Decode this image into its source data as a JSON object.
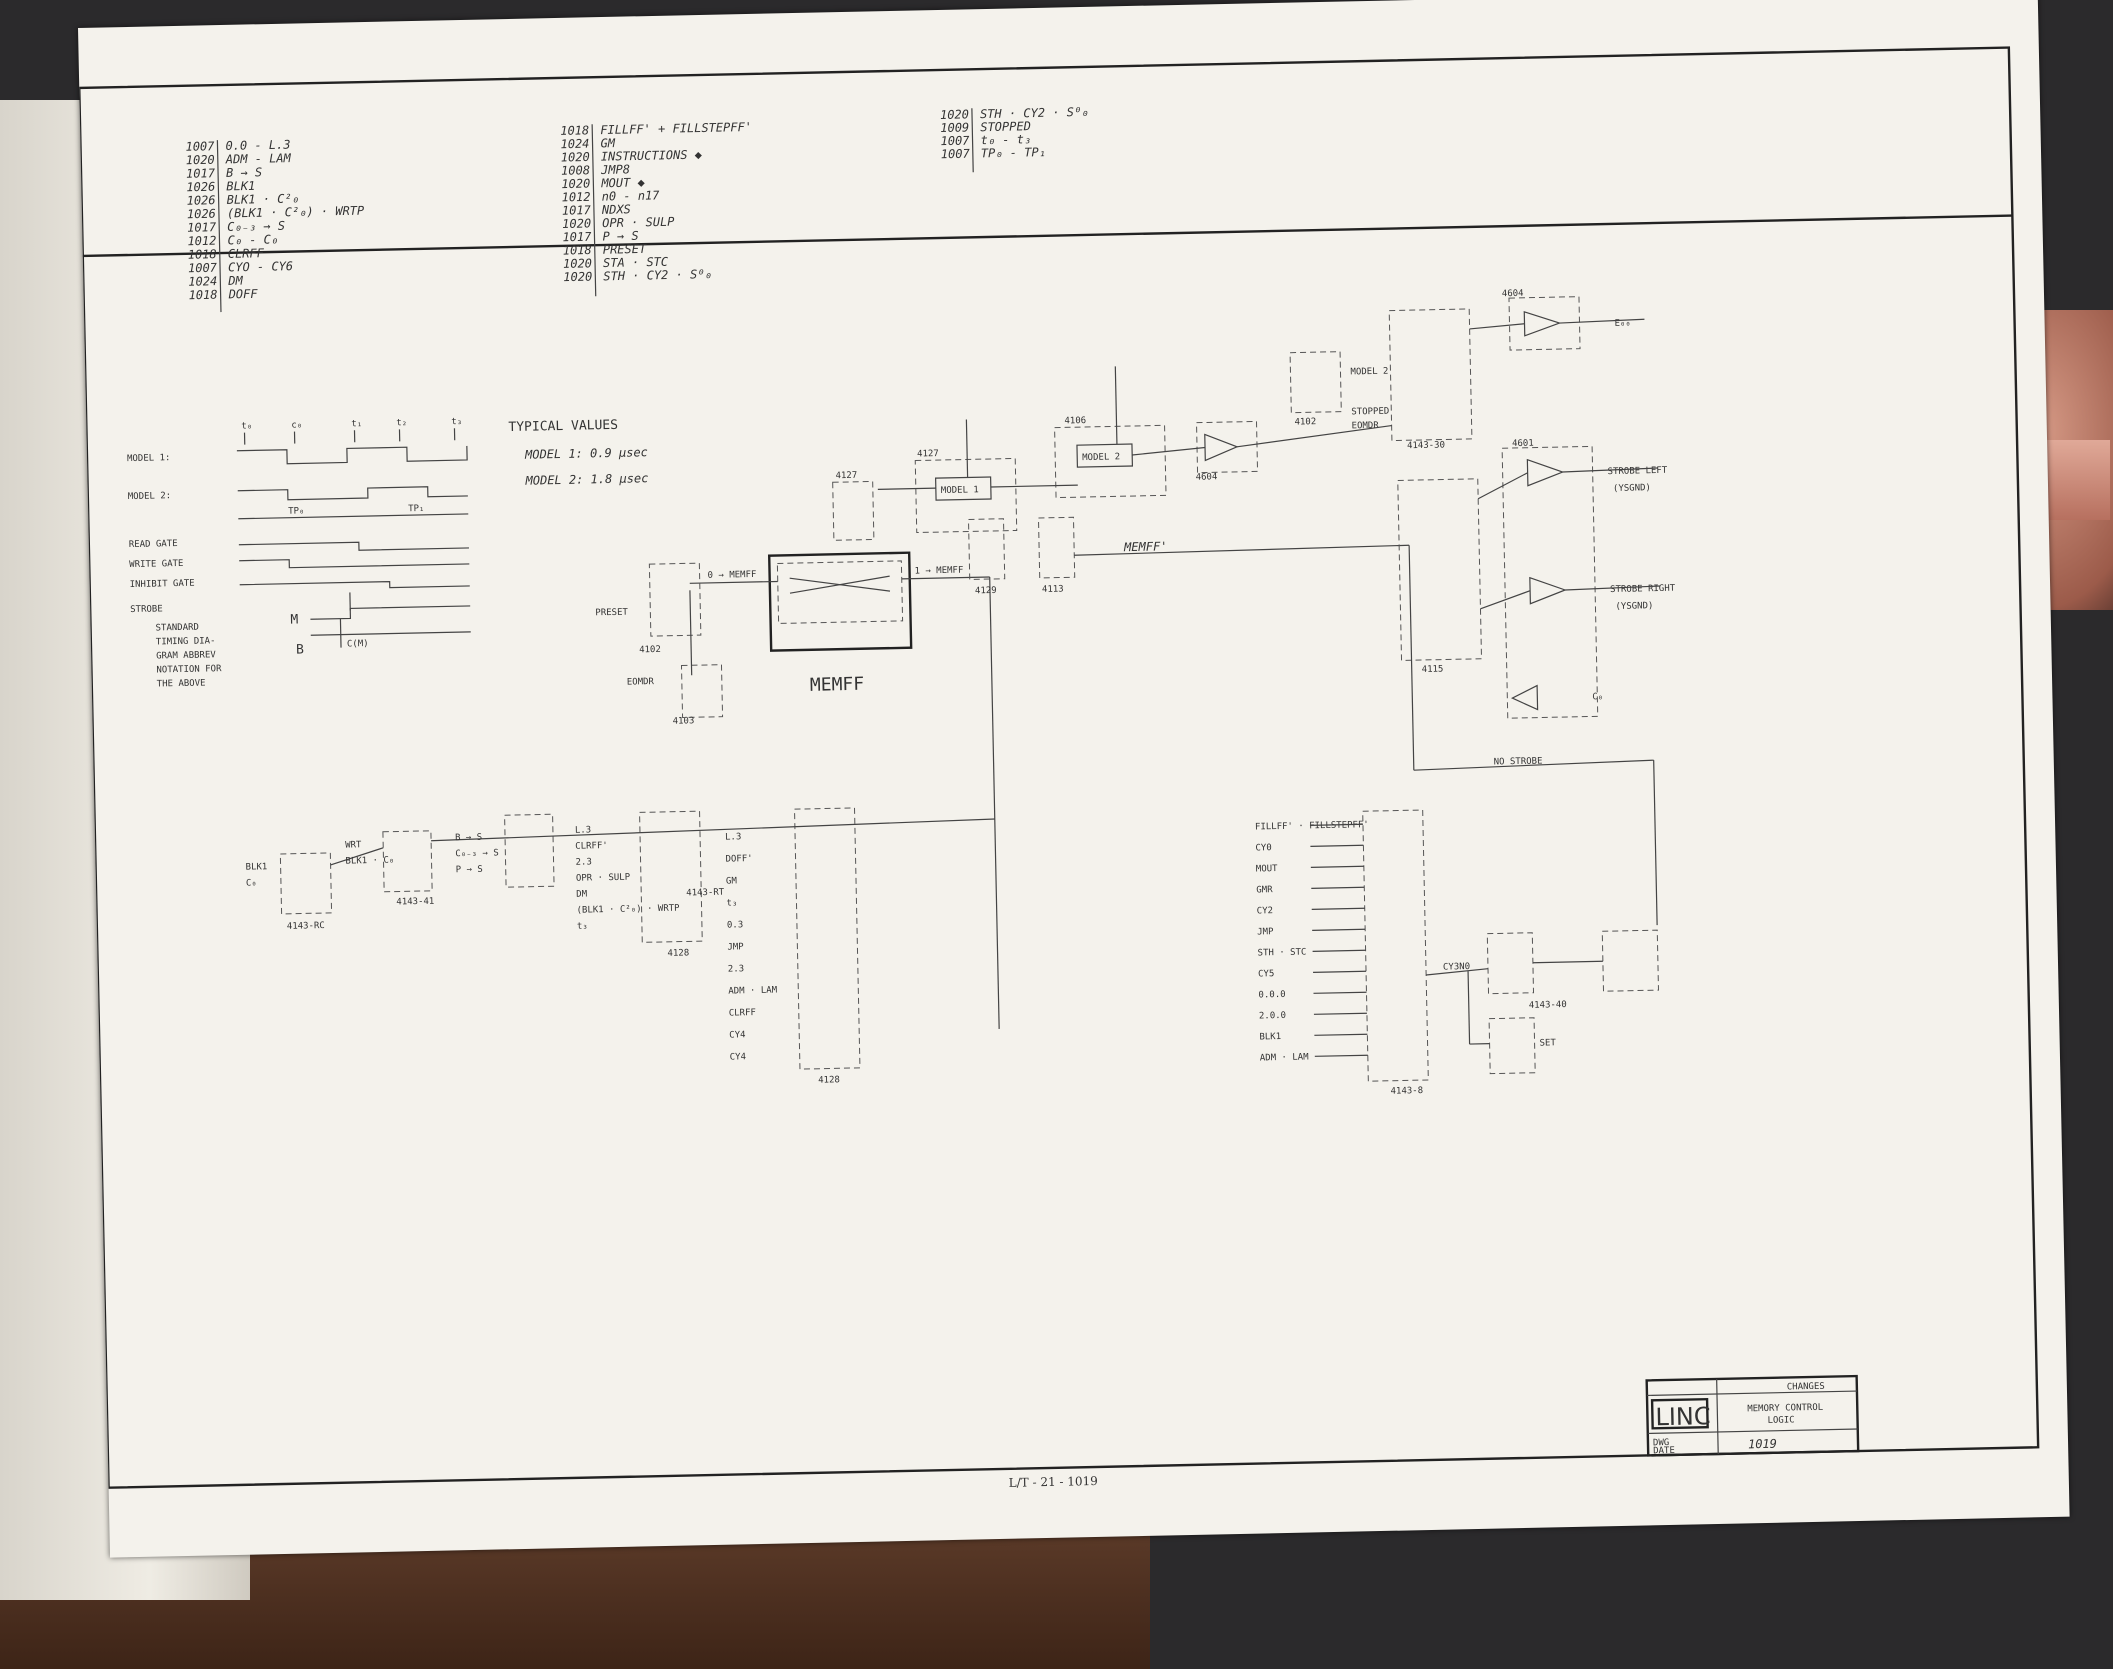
{
  "title_block": {
    "logo": "LINC",
    "title_line1": "MEMORY CONTROL",
    "title_line2": "LOGIC",
    "changes_label": "CHANGES",
    "drawing_number": "1019",
    "dwg_label": "DWG",
    "date_label": "DATE"
  },
  "footer_label": "L/T - 21 - 1019",
  "reference_columns": [
    [
      {
        "num": "1007",
        "text": "0.0 - L.3"
      },
      {
        "num": "1020",
        "text": "ADM - LAM"
      },
      {
        "num": "1017",
        "text": "B → S"
      },
      {
        "num": "1026",
        "text": "BLK1"
      },
      {
        "num": "1026",
        "text": "BLK1 · C²₀"
      },
      {
        "num": "1026",
        "text": "(BLK1 · C²₀) · WRTP"
      },
      {
        "num": "1017",
        "text": "C₀₋₃ → S"
      },
      {
        "num": "1012",
        "text": "C₀ - C₀"
      },
      {
        "num": "1018",
        "text": "CLRFF"
      },
      {
        "num": "1007",
        "text": "CYO - CY6"
      },
      {
        "num": "1024",
        "text": "DM"
      },
      {
        "num": "1018",
        "text": "DOFF"
      }
    ],
    [
      {
        "num": "1018",
        "text": "FILLFF' + FILLSTEPFF'"
      },
      {
        "num": "1024",
        "text": "GM"
      },
      {
        "num": "1020",
        "text": "INSTRUCTIONS ◆"
      },
      {
        "num": "1008",
        "text": "JMP8"
      },
      {
        "num": "1020",
        "text": "MOUT ◆"
      },
      {
        "num": "1012",
        "text": "n0 - n17"
      },
      {
        "num": "1017",
        "text": "NDXS"
      },
      {
        "num": "1020",
        "text": "OPR · SULP"
      },
      {
        "num": "1017",
        "text": "P → S"
      },
      {
        "num": "1018",
        "text": "PRESET"
      },
      {
        "num": "1020",
        "text": "STA · STC"
      },
      {
        "num": "1020",
        "text": "STH · CY2 · S⁰₀"
      }
    ],
    [
      {
        "num": "1020",
        "text": "STH · CY2 · S⁰₀"
      },
      {
        "num": "1009",
        "text": "STOPPED"
      },
      {
        "num": "1007",
        "text": "t₀ - t₃"
      },
      {
        "num": "1007",
        "text": "TP₀ - TP₁"
      }
    ]
  ],
  "timing": {
    "ticks": [
      "t₀",
      "c₀",
      "t₁",
      "t₂",
      "t₃"
    ],
    "typical_values": "TYPICAL VALUES",
    "model1_value": "MODEL 1:  0.9 μsec",
    "model2_value": "MODEL 2:  1.8 μsec",
    "rows": [
      "MODEL 1:",
      "MODEL 2:",
      "READ GATE",
      "WRITE GATE",
      "INHIBIT GATE",
      "STROBE"
    ],
    "tp_labels": [
      "TP₀",
      "TP₁"
    ],
    "note_lines": [
      "STANDARD",
      "TIMING DIA-",
      "GRAM ABBREV",
      "NOTATION FOR",
      "THE ABOVE"
    ],
    "note_m": "M",
    "note_b": "B",
    "note_cm": "C(M)"
  },
  "signals": {
    "memff_box": "MEMFF",
    "memff_prime": "MEMFF'",
    "zero_memff": "0 → MEMFF",
    "one_memff": "1 → MEMFF",
    "model1": "MODEL 1",
    "model2": "MODEL 2",
    "strobe_left": "STROBE LEFT",
    "strobe_right": "STROBE RIGHT",
    "ysgnd_left": "(YSGND)",
    "ysgnd_right": "(YSGND)",
    "no_strobe": "NO STROBE",
    "preset": "PRESET",
    "eomdr": "EOMDR",
    "stopped": "STOPPED",
    "set": "SET",
    "cy3n0": "CY3N0",
    "c5_out": "C₀",
    "eod": "E₀₀"
  },
  "module_labels": [
    "4604",
    "4604",
    "4102",
    "4102",
    "4103",
    "4129",
    "4113",
    "4143-RT",
    "4115",
    "4601",
    "4127",
    "4106",
    "4127",
    "4143-30",
    "4143-40",
    "4143-RC",
    "4143-41",
    "4128",
    "4128",
    "4143-8"
  ],
  "left_inputs": [
    [
      "BLK1",
      "C₀"
    ],
    [
      "WRT",
      "BLK1 · C₀"
    ],
    [
      "B → S",
      "C₀₋₃ → S",
      "P → S"
    ],
    [
      "L.3",
      "CLRFF'",
      "2.3",
      "OPR · SULP",
      "DM",
      "(BLK1 · C²₀) · WRTP",
      "t₃"
    ],
    [
      "L.3",
      "DOFF'",
      "GM",
      "t₃",
      "0.3",
      "JMP",
      "2.3",
      "ADM · LAM",
      "CLRFF",
      "CY4",
      "CY4"
    ]
  ],
  "right_inputs": [
    "FILLFF' · FILLSTEPFF'",
    "CY0",
    "MOUT",
    "GMR",
    "CY2",
    "JMP",
    "STH · STC",
    "CY5",
    "0.0.0",
    "2.0.0",
    "BLK1",
    "ADM · LAM"
  ]
}
